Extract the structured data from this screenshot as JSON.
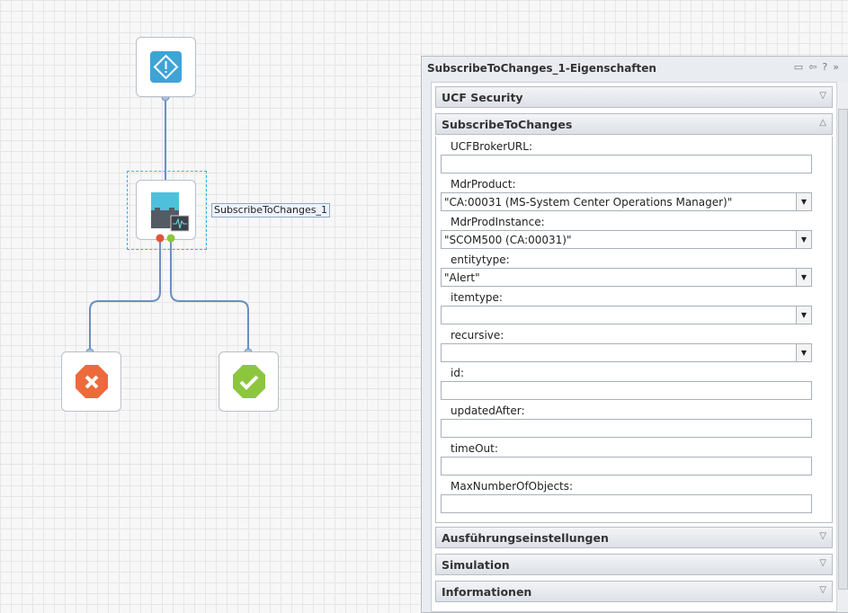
{
  "canvas": {
    "activity_label": "SubscribeToChanges_1"
  },
  "panel": {
    "title": "SubscribeToChanges_1-Eigenschaften",
    "sections": [
      "UCF Security",
      "SubscribeToChanges",
      "Ausführungseinstellungen",
      "Simulation",
      "Informationen"
    ],
    "fields": [
      {
        "label": "UCFBrokerURL:",
        "value": "",
        "dropdown": false
      },
      {
        "label": "MdrProduct:",
        "value": "\"CA:00031 (MS-System Center Operations Manager)\"",
        "dropdown": true
      },
      {
        "label": "MdrProdInstance:",
        "value": "\"SCOM500 (CA:00031)\"",
        "dropdown": true
      },
      {
        "label": "entitytype:",
        "value": "\"Alert\"",
        "dropdown": true
      },
      {
        "label": "itemtype:",
        "value": "",
        "dropdown": true
      },
      {
        "label": "recursive:",
        "value": "",
        "dropdown": true
      },
      {
        "label": "id:",
        "value": "",
        "dropdown": false
      },
      {
        "label": "updatedAfter:",
        "value": "",
        "dropdown": false
      },
      {
        "label": "timeOut:",
        "value": "",
        "dropdown": false
      },
      {
        "label": "MaxNumberOfObjects:",
        "value": "",
        "dropdown": false
      }
    ]
  }
}
